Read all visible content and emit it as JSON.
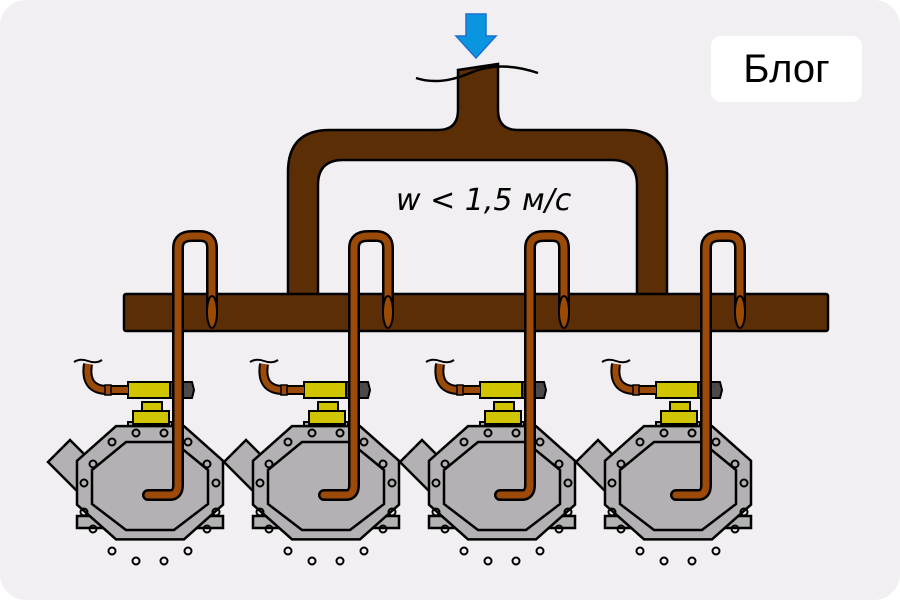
{
  "badge": {
    "label": "Блог"
  },
  "diagram": {
    "title": "Compressor suction header with oil return lines",
    "velocity_label": "w < 1,5 м/с",
    "flow_arrow": "arrow-down-icon",
    "compressor_count": 4,
    "colors": {
      "background": "#f1eff1",
      "header_pipe": "#5c2e06",
      "oil_line": "#9b4a08",
      "valve": "#d0c400",
      "valve_handle": "#4a4a4a",
      "compressor_body": "#b3b1b3",
      "arrow": "#0a96df"
    }
  }
}
